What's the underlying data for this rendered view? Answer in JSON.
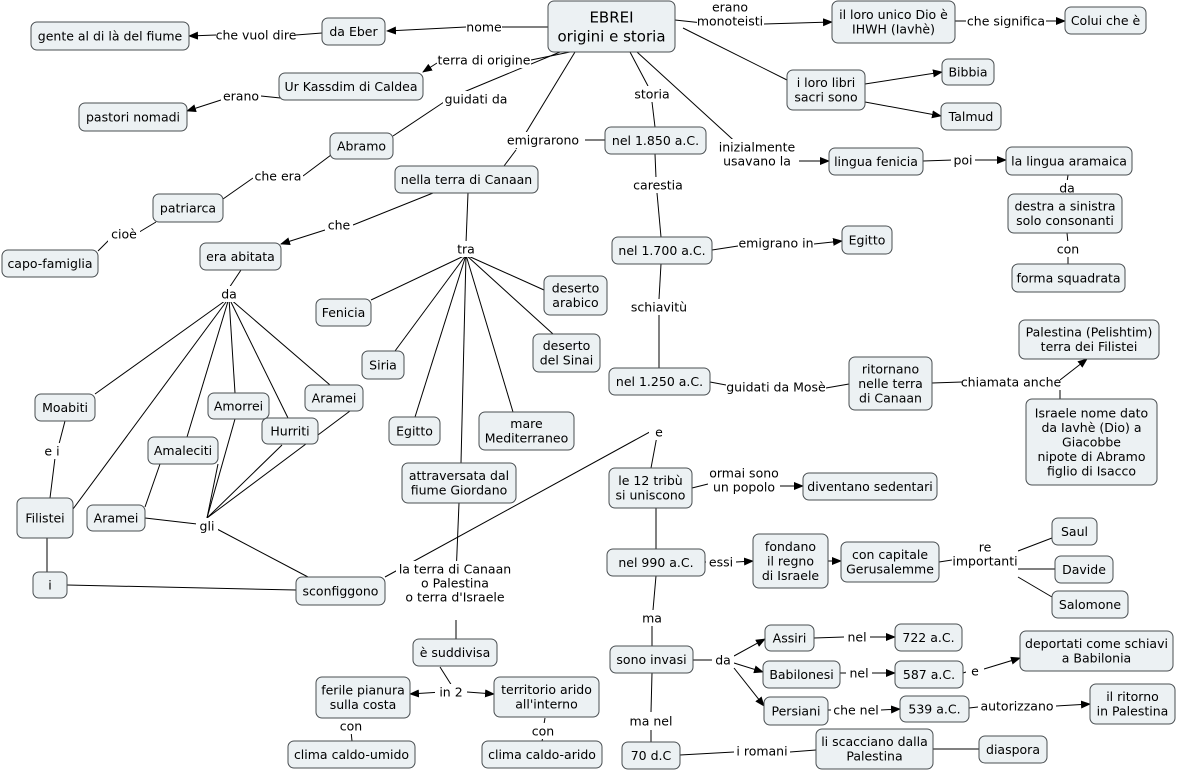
{
  "nodes": {
    "ebrei": [
      "EBREI",
      "origini e storia"
    ],
    "da_eber": [
      "da Eber"
    ],
    "gente": [
      "gente al di là del fiume"
    ],
    "ur": [
      "Ur Kassdim di Caldea"
    ],
    "pastori": [
      "pastori nomadi"
    ],
    "abramo": [
      "Abramo"
    ],
    "patriarca": [
      "patriarca"
    ],
    "capo": [
      "capo-famiglia"
    ],
    "canaan": [
      "nella terra di Canaan"
    ],
    "abitata": [
      "era abitata"
    ],
    "fenicia": [
      "Fenicia"
    ],
    "siria": [
      "Siria"
    ],
    "egitto_tra": [
      "Egitto"
    ],
    "attraversata": [
      "attraversata dal",
      "fiume Giordano"
    ],
    "mare": [
      "mare",
      "Mediterraneo"
    ],
    "sinai": [
      "deserto",
      "del Sinai"
    ],
    "arabico": [
      "deserto",
      "arabico"
    ],
    "moabiti": [
      "Moabiti"
    ],
    "filistei": [
      "Filistei"
    ],
    "i_node": [
      "i"
    ],
    "amorrei": [
      "Amorrei"
    ],
    "amaleciti": [
      "Amaleciti"
    ],
    "hurriti": [
      "Hurriti"
    ],
    "aramei1": [
      "Aramei"
    ],
    "aramei2": [
      "Aramei"
    ],
    "sconfiggono": [
      "sconfiggono"
    ],
    "suddivisa": [
      "è suddivisa"
    ],
    "ferile": [
      "ferile pianura",
      "sulla costa"
    ],
    "arido": [
      "territorio arido",
      "all'interno"
    ],
    "umido": [
      "clima caldo-umido"
    ],
    "caldo_arido": [
      "clima caldo-arido"
    ],
    "dio": [
      "il loro unico Dio è",
      "IHWH (Iavhè)"
    ],
    "colui": [
      "Colui che è"
    ],
    "libri": [
      "i loro libri",
      "sacri sono"
    ],
    "bibbia": [
      "Bibbia"
    ],
    "talmud": [
      "Talmud"
    ],
    "fenicia_lingua": [
      "lingua fenicia"
    ],
    "aramaica": [
      "la lingua aramaica"
    ],
    "destra": [
      "destra a sinistra",
      "solo consonanti"
    ],
    "squadrata": [
      "forma squadrata"
    ],
    "a1850": [
      "nel 1.850 a.C."
    ],
    "a1700": [
      "nel 1.700 a.C."
    ],
    "egitto2": [
      "Egitto"
    ],
    "a1250": [
      "nel 1.250 a.C."
    ],
    "ritornano": [
      "ritornano",
      "nelle terra",
      "di Canaan"
    ],
    "palestina": [
      "Palestina (Pelishtim)",
      "terra dei Filistei"
    ],
    "israele": [
      "Israele nome dato",
      "da Iavhè (Dio) a",
      "Giacobbe",
      "nipote di Abramo",
      "figlio di Isacco"
    ],
    "tribu": [
      "le 12 tribù",
      "si uniscono"
    ],
    "sedentari": [
      "diventano sedentari"
    ],
    "a990": [
      "nel 990 a.C."
    ],
    "fondano": [
      "fondano",
      "il regno",
      "di Israele"
    ],
    "gerusalemme": [
      "con capitale",
      "Gerusalemme"
    ],
    "saul": [
      "Saul"
    ],
    "davide": [
      "Davide"
    ],
    "salomone": [
      "Salomone"
    ],
    "invasi": [
      "sono invasi"
    ],
    "assiri": [
      "Assiri"
    ],
    "babilonesi": [
      "Babilonesi"
    ],
    "persiani": [
      "Persiani"
    ],
    "a722": [
      "722 a.C."
    ],
    "a587": [
      "587 a.C."
    ],
    "a539": [
      "539 a.C."
    ],
    "deportati": [
      "deportati come schiavi",
      "a Babilonia"
    ],
    "ritorno": [
      "il ritorno",
      "in Palestina"
    ],
    "a70": [
      "70 d.C"
    ],
    "scacciano": [
      "li scacciano dalla",
      "Palestina"
    ],
    "diaspora": [
      "diaspora"
    ]
  },
  "labels": {
    "nome": [
      "nome"
    ],
    "che_vuol_dire": [
      "che vuol dire"
    ],
    "terra_origine": [
      "terra di origine"
    ],
    "erano1": [
      "erano"
    ],
    "guidati_da": [
      "guidati da"
    ],
    "che_era": [
      "che era"
    ],
    "cioe": [
      "cioè"
    ],
    "emigrarono": [
      "emigrarono"
    ],
    "che": [
      "che"
    ],
    "da_label": [
      "da"
    ],
    "e_i": [
      "e i"
    ],
    "gli": [
      "gli"
    ],
    "tra": [
      "tra"
    ],
    "la_terra": [
      "la terra di Canaan",
      "o Palestina",
      "o terra d'Israele"
    ],
    "in2": [
      "in 2"
    ],
    "con1": [
      "con"
    ],
    "con2": [
      "con"
    ],
    "erano_mono": [
      "erano",
      "monoteisti"
    ],
    "che_significa": [
      "che significa"
    ],
    "storia": [
      "storia"
    ],
    "inizialmente": [
      "inizialmente",
      "usavano la"
    ],
    "poi": [
      "poi"
    ],
    "da2": [
      "da"
    ],
    "con3": [
      "con"
    ],
    "carestia": [
      "carestia"
    ],
    "emigrano_in": [
      "emigrano in"
    ],
    "schiavitu": [
      "schiavitù"
    ],
    "guidati_mose": [
      "guidati da Mosè"
    ],
    "chiamata_anche": [
      "chiamata anche"
    ],
    "e_label": [
      "e"
    ],
    "ormai": [
      "ormai sono",
      "un popolo"
    ],
    "essi": [
      "essi"
    ],
    "re_importanti": [
      "re",
      "importanti"
    ],
    "ma": [
      "ma"
    ],
    "da3": [
      "da"
    ],
    "nel1": [
      "nel"
    ],
    "nel2": [
      "nel"
    ],
    "che_nel": [
      "che nel"
    ],
    "e2": [
      "e"
    ],
    "autorizzano": [
      "autorizzano"
    ],
    "ma_nel": [
      "ma nel"
    ],
    "i_romani": [
      "i romani"
    ]
  }
}
